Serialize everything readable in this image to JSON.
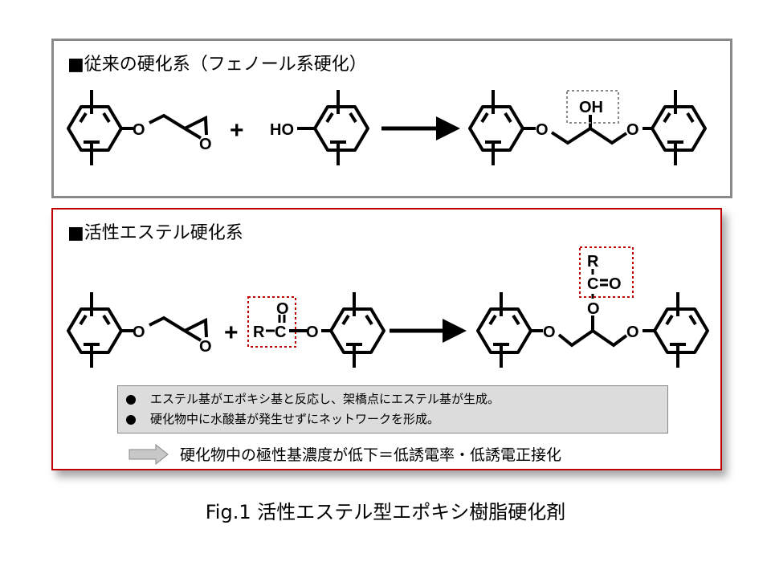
{
  "conventional": {
    "title": "■従来の硬化系（フェノール系硬化）",
    "epoxy_o": "O",
    "epoxide_o": "O",
    "plus": "+",
    "phenol_ho": "HO",
    "product_o1": "O",
    "product_oh": "OH",
    "product_o2": "O"
  },
  "active_ester": {
    "title": "■活性エステル硬化系",
    "epoxy_o": "O",
    "epoxide_o": "O",
    "plus": "+",
    "ester_r": "R",
    "ester_c": "C",
    "ester_carbonyl_o": "O",
    "ester_o": "O",
    "product_o1": "O",
    "product_o2": "O",
    "product_ester_o": "O",
    "product_c": "C",
    "product_carbonyl_o": "O",
    "product_r": "R",
    "notes": [
      "エステル基がエポキシ基と反応し、架橋点にエステル基が生成。",
      "硬化物中に水酸基が発生せずにネットワークを形成。"
    ],
    "conclusion": "硬化物中の極性基濃度が低下＝低誘電率・低誘電正接化"
  },
  "caption": "Fig.1 活性エステル型エポキシ樹脂硬化剤",
  "colors": {
    "accent_border": "#c00000",
    "gray_border": "#8a8a8a",
    "note_bg": "#dcdcdc"
  }
}
